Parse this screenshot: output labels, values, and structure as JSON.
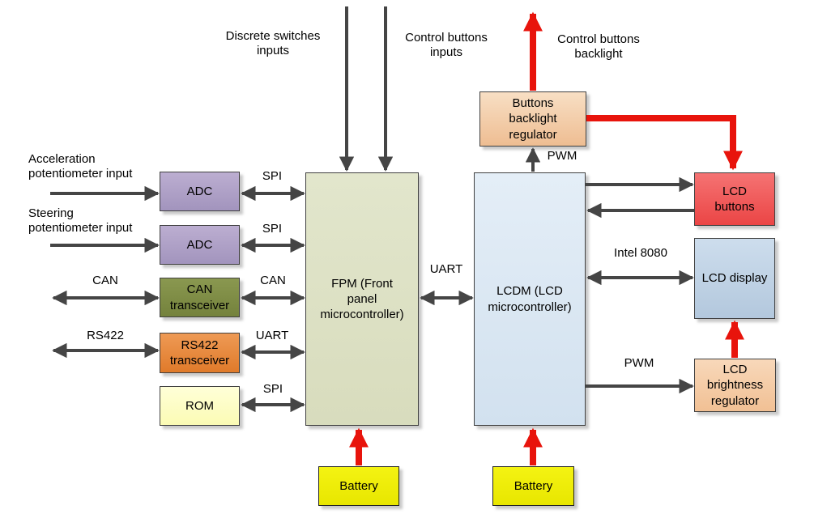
{
  "diagram": {
    "external_labels": {
      "discrete_switches_inputs": "Discrete switches\ninputs",
      "control_buttons_inputs": "Control buttons\ninputs",
      "control_buttons_backlight": "Control buttons\nbacklight",
      "acceleration_pot_input": "Acceleration\npotentiometer input",
      "steering_pot_input": "Steering\npotentiometer input",
      "can_bus": "CAN",
      "rs422_bus": "RS422"
    },
    "nodes": {
      "adc1": "ADC",
      "adc2": "ADC",
      "can_transceiver": "CAN\ntransceiver",
      "rs422_transceiver": "RS422\ntransceiver",
      "rom": "ROM",
      "fpm": "FPM (Front\npanel\nmicrocontroller)",
      "lcdm": "LCDM (LCD\nmicrocontroller)",
      "buttons_backlight_regulator": "Buttons\nbacklight\nregulator",
      "lcd_buttons": "LCD\nbuttons",
      "lcd_display": "LCD display",
      "lcd_brightness_regulator": "LCD\nbrightness\nregulator",
      "battery_fpm": "Battery",
      "battery_lcdm": "Battery"
    },
    "bus_labels": {
      "spi_adc1": "SPI",
      "spi_adc2": "SPI",
      "can_internal": "CAN",
      "uart_rs422": "UART",
      "spi_rom": "SPI",
      "uart_link": "UART",
      "pwm_backlight": "PWM",
      "intel_8080": "Intel 8080",
      "pwm_brightness": "PWM"
    },
    "colors": {
      "adc_fill": "#b0a3c6",
      "can_transceiver_fill": "#7e8c42",
      "rs422_transceiver_fill": "#e8873d",
      "rom_fill": "#ffffcf",
      "fpm_fill": "#dde1c6",
      "lcdm_fill": "#dbe7f3",
      "buttons_backlight_regulator_fill": "#f3cda6",
      "lcd_buttons_fill": "#f05c5c",
      "lcd_display_fill": "#c2d4e6",
      "lcd_brightness_regulator_fill": "#f5cba6",
      "battery_fill": "#f0ee00",
      "signal_arrow": "#454545",
      "power_arrow": "#e8140c"
    }
  }
}
